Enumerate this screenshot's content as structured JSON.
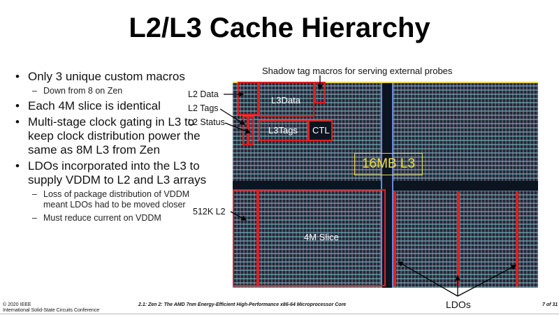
{
  "title": "L2/L3 Cache Hierarchy",
  "bullets": [
    {
      "text": "Only 3 unique custom macros",
      "sub": [
        "Down from 8 on Zen"
      ]
    },
    {
      "text": "Each 4M slice is identical",
      "sub": []
    },
    {
      "text": "Multi-stage clock gating in L3 to keep clock distribution power the same as 8M L3 from Zen",
      "sub": []
    },
    {
      "text": "LDOs incorporated into the L3 to supply VDDM to L2 and L3 arrays",
      "sub": [
        "Loss of package distribution of VDDM meant LDOs had to be moved closer",
        "Must reduce current on VDDM"
      ]
    }
  ],
  "figure": {
    "shadow_tag": "Shadow tag macros for serving external probes",
    "l2_data": "L2 Data",
    "l2_tags": "L2 Tags",
    "l2_status": "L2 Status",
    "l3_data": "L3Data",
    "l3_tags": "L3Tags",
    "ctl": "CTL",
    "l3_size": "16MB L3",
    "l2_size": "512K L2",
    "slice": "4M Slice",
    "ldos": "LDOs"
  },
  "footer": {
    "copyright": "© 2020 IEEE",
    "conference": "International Solid-State Circuits Conference",
    "paper": "2.1: Zen 2: The AMD 7nm Energy-Efficient High-Performance x86-64 Microprocessor Core",
    "page": "7 of 31"
  }
}
